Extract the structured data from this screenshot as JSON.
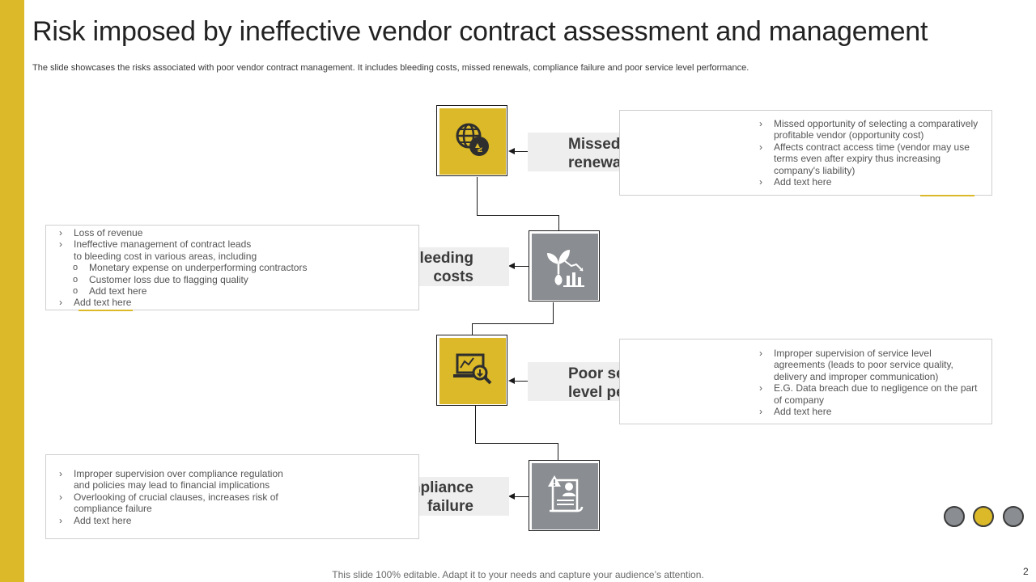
{
  "title": "Risk imposed by ineffective vendor contract assessment and management",
  "subtitle": "The slide showcases the risks associated with poor vendor contract management. It includes bleeding costs, missed renewals, compliance failure and poor service level performance.",
  "footer": "This slide 100% editable. Adapt it to your needs and capture your audience’s attention.",
  "page_number": "2",
  "colors": {
    "accent": "#dbb928",
    "gray": "#8a8d91",
    "label_bg": "#eeeeee"
  },
  "nodes": [
    {
      "label_line1": "Missed",
      "label_line2": "renewals",
      "icon": "globe-recycle-icon",
      "bullets": [
        "Missed opportunity of selecting a comparatively profitable vendor (opportunity cost)",
        "Affects contract access time (vendor may use terms even after expiry thus increasing company's liability)",
        "Add text here"
      ]
    },
    {
      "label_line1": "Bleeding",
      "label_line2": "costs",
      "icon": "declining-growth-icon",
      "bullets": [
        "Loss of revenue",
        "Ineffective management of contract leads to bleeding cost in various areas, including"
      ],
      "sub_bullets": [
        "Monetary expense on underperforming contractors",
        "Customer loss due to flagging quality",
        "Add text here"
      ],
      "last_bullet": "Add text here"
    },
    {
      "label_line1": "Poor service",
      "label_line2": "level performance",
      "icon": "laptop-analysis-icon",
      "bullets": [
        "Improper supervision of service level agreements (leads to poor service quality, delivery and improper communication)",
        "E.G. Data breach due to negligence on the part of company",
        "Add text here"
      ]
    },
    {
      "label_line1": "Compliance",
      "label_line2": "failure",
      "icon": "warning-document-icon",
      "bullets": [
        "Improper supervision over compliance regulation and policies may lead to financial implications",
        "Overlooking of crucial clauses, increases risk of compliance failure",
        "Add text here"
      ]
    }
  ],
  "dots": [
    "#8a8d91",
    "#dbb928",
    "#8a8d91"
  ]
}
